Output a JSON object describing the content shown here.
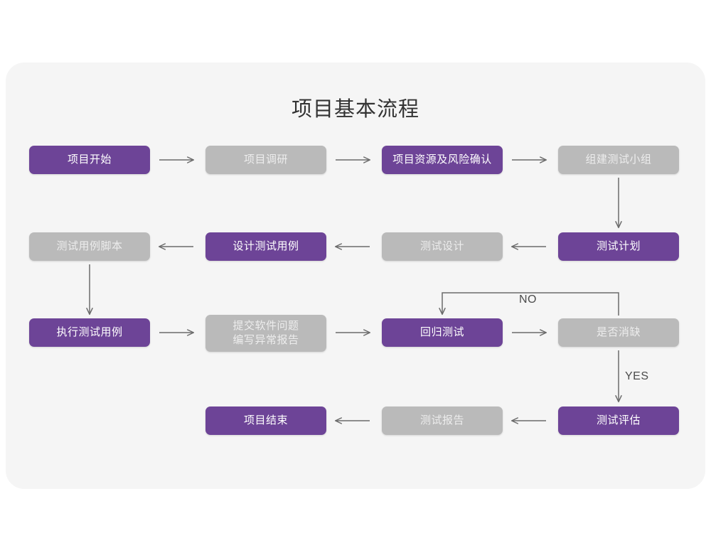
{
  "page": {
    "background": "#ffffff",
    "card_background": "#f5f5f5"
  },
  "title": "项目基本流程",
  "colors": {
    "purple": "#6d4497",
    "gray": "#bababa",
    "purple_text": "#ffffff",
    "gray_text": "#ededed",
    "arrow": "#6b6b6b",
    "title_text": "#333333"
  },
  "nodes": [
    {
      "id": "n1",
      "label": "项目开始",
      "label2": "",
      "style": "purple",
      "row": 1,
      "col": 1
    },
    {
      "id": "n2",
      "label": "项目调研",
      "label2": "",
      "style": "gray",
      "row": 1,
      "col": 2
    },
    {
      "id": "n3",
      "label": "项目资源及风险确认",
      "label2": "",
      "style": "purple",
      "row": 1,
      "col": 3
    },
    {
      "id": "n4",
      "label": "组建测试小组",
      "label2": "",
      "style": "gray",
      "row": 1,
      "col": 4
    },
    {
      "id": "n5",
      "label": "测试用例脚本",
      "label2": "",
      "style": "gray",
      "row": 2,
      "col": 1
    },
    {
      "id": "n6",
      "label": "设计测试用例",
      "label2": "",
      "style": "purple",
      "row": 2,
      "col": 2
    },
    {
      "id": "n7",
      "label": "测试设计",
      "label2": "",
      "style": "gray",
      "row": 2,
      "col": 3
    },
    {
      "id": "n8",
      "label": "测试计划",
      "label2": "",
      "style": "purple",
      "row": 2,
      "col": 4
    },
    {
      "id": "n9",
      "label": "执行测试用例",
      "label2": "",
      "style": "purple",
      "row": 3,
      "col": 1
    },
    {
      "id": "n10",
      "label": "提交软件问题",
      "label2": "编写异常报告",
      "style": "gray",
      "row": 3,
      "col": 2
    },
    {
      "id": "n11",
      "label": "回归测试",
      "label2": "",
      "style": "purple",
      "row": 3,
      "col": 3
    },
    {
      "id": "n12",
      "label": "是否消缺",
      "label2": "",
      "style": "gray",
      "row": 3,
      "col": 4
    },
    {
      "id": "n13",
      "label": "项目结束",
      "label2": "",
      "style": "purple",
      "row": 4,
      "col": 2
    },
    {
      "id": "n14",
      "label": "测试报告",
      "label2": "",
      "style": "gray",
      "row": 4,
      "col": 3
    },
    {
      "id": "n15",
      "label": "测试评估",
      "label2": "",
      "style": "purple",
      "row": 4,
      "col": 4
    }
  ],
  "edge_labels": {
    "no": "NO",
    "yes": "YES"
  },
  "edges": [
    {
      "from": "n1",
      "to": "n2",
      "dir": "right"
    },
    {
      "from": "n2",
      "to": "n3",
      "dir": "right"
    },
    {
      "from": "n3",
      "to": "n4",
      "dir": "right"
    },
    {
      "from": "n4",
      "to": "n8",
      "dir": "down"
    },
    {
      "from": "n8",
      "to": "n7",
      "dir": "left"
    },
    {
      "from": "n7",
      "to": "n6",
      "dir": "left"
    },
    {
      "from": "n6",
      "to": "n5",
      "dir": "left"
    },
    {
      "from": "n5",
      "to": "n9",
      "dir": "down"
    },
    {
      "from": "n9",
      "to": "n10",
      "dir": "right"
    },
    {
      "from": "n10",
      "to": "n11",
      "dir": "right"
    },
    {
      "from": "n11",
      "to": "n12",
      "dir": "right"
    },
    {
      "from": "n12",
      "to": "n11",
      "dir": "loop-up-left",
      "label": "NO"
    },
    {
      "from": "n12",
      "to": "n15",
      "dir": "down",
      "label": "YES"
    },
    {
      "from": "n15",
      "to": "n14",
      "dir": "left"
    },
    {
      "from": "n14",
      "to": "n13",
      "dir": "left"
    }
  ]
}
